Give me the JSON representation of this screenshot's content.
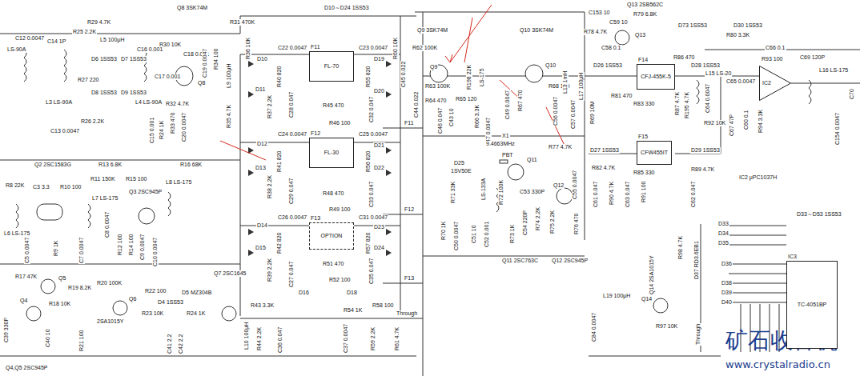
{
  "diagram": {
    "nodes": [
      {
        "text": [
          "F11",
          "FL-70"
        ]
      },
      {
        "text": [
          "F12",
          "FL-30"
        ]
      },
      {
        "text": [
          "F13",
          "OPTION"
        ]
      },
      {
        "text": [
          "F14",
          "CFJ-455K-5"
        ]
      },
      {
        "text": [
          "F15",
          "CFW455IT"
        ]
      },
      {
        "text": [
          "IC2"
        ]
      },
      {
        "text": [
          "IC3",
          "TC-4051BP"
        ]
      }
    ],
    "labels": [
      "C12 0.0047",
      "C14 1P",
      "R25 2.2K",
      "R29 4.7K",
      "L5 100μH",
      "Q8 3SK74M",
      "R31 470K",
      "D10～D24 1SS53",
      "LS-90A",
      "D6 1SS53",
      "D7 1SS53",
      "R27 220",
      "D8 1SS53",
      "D9 1SS53",
      "L3 LS-90A",
      "L4 LS-90A",
      "C13 0.0047",
      "R26 2.2K",
      "C15 0.001",
      "R24 1K",
      "R30 10K",
      "C18 0.001",
      "C17 0.001",
      "Q8",
      "R32 4.7K",
      "R33 470",
      "C20 0.0047",
      "C16 0.001",
      "C19 0.0047",
      "R34 100",
      "L9 100μH",
      "R35 4.7K",
      "R36 10K",
      "D10",
      "D11",
      "C22 0.0047",
      "C23 0.0047",
      "D19",
      "D20",
      "R60 10K",
      "R40 820",
      "R55 820",
      "R45 470",
      "C32 0.047",
      "R46 100",
      "C28 0.047",
      "R37 2.2K",
      "D12",
      "D13",
      "C24 0.0047",
      "C25 0.0047",
      "D21",
      "D22",
      "R41 820",
      "R56 820",
      "R48 470",
      "C33 0.047",
      "R49 100",
      "R38 2.2K",
      "C29 0.047",
      "D14",
      "D15",
      "C26 0.0047",
      "C31 0.0047",
      "D23",
      "D24",
      "R42 820",
      "R57 820",
      "R51 470",
      "C35 0.047",
      "R52 100",
      "R39 2.2K",
      "C27 0.047",
      "D16",
      "D18",
      "R43 3.3K",
      "R54 1K",
      "R58 100",
      "L10 100μH",
      "R44 2.2K",
      "C36 0.047",
      "C37 0.0047",
      "R59 2.2K",
      "R61 4.7K",
      "F11",
      "F12",
      "F13",
      "Through",
      "Q9 3SK74M",
      "R62 100K",
      "C45 0.022",
      "C44 0.022",
      "R63 100K",
      "R64 470",
      "C46 0.047",
      "C43 10",
      "R65 120",
      "R198 22K",
      "R66 3.3K",
      "C47 0.0047",
      "LS-175",
      "C49 0.0047",
      "R67 470",
      "R68 100",
      "L13 1mH",
      "C56 0.0047",
      "C57 0.0047",
      "L17 100μH",
      "Q10 3SK74M",
      "Q9",
      "Q10",
      "X1",
      "9.4663MHz",
      "PBT",
      "D25",
      "1SV50E",
      "R71 33K",
      "LS-133A",
      "R72 100K",
      "C52 0.001",
      "R70 1K",
      "C50 0.0047",
      "C51 10",
      "R73 1K",
      "C53 330P",
      "C54 220P",
      "R74 2.2K",
      "R75 2.2K",
      "R76 470",
      "R77 4.7K",
      "C55 0.0047",
      "Q11",
      "Q12",
      "Q11 2SC763C",
      "Q12 2SC945P",
      "Q13 2SB562C",
      "C153 10",
      "R79 6.8K",
      "D73 1SS53",
      "D30 1SS53",
      "R78 4.7K",
      "C59 10",
      "C58 0.1",
      "Q13",
      "R80 3.3K",
      "C66 0.1",
      "R93 100",
      "C69 120P",
      "L16 LS-175",
      "D26 1SS53",
      "R86 470",
      "D28 1SS53",
      "R81 470",
      "R83 330",
      "R87 4.7K",
      "R195 4.7K",
      "R69 10M",
      "L15 LS-20",
      "C64 0.0047",
      "C65 0.0047",
      "C67 47P",
      "R92 10K",
      "C60 0.1",
      "R94 3.3K",
      "C154 0.0047",
      "C70",
      "IC2 μPC1037H",
      "D27 1SS53",
      "D29 1SS53",
      "R82 4.7K",
      "R85 330",
      "R89 4.7K",
      "C61 0.047",
      "R90 4.7K",
      "C63 0.047",
      "R91 100",
      "C62 0.047",
      "D33～D53 1SS53",
      "D33",
      "D34",
      "D35",
      "D36",
      "D38",
      "D39",
      "D40",
      "R98 4.7K",
      "D37 RD3.6EB1",
      "Q14",
      "Q14 2SA1015Y",
      "L19 100μH",
      "C84 0.0047",
      "R97 10K",
      "Through",
      "R8 22K",
      "Q2 2SC1583G",
      "C3 3.3",
      "R10 100",
      "R13 6.8K",
      "R11 150K",
      "R15 100",
      "R16 68K",
      "L7 LS-175",
      "Q3 2SC945P",
      "L8 LS-175",
      "L6 LS-175",
      "C5 0.0047",
      "R9 1K",
      "C7 0.0047",
      "C8 0.0047",
      "R12 100",
      "R14 100",
      "C9 0.0047",
      "C10 0.0047",
      "R17 47K",
      "Q5",
      "R19 8.2K",
      "R20 100K",
      "R22 100",
      "Q7 2SC1645",
      "Q4",
      "C39 330P",
      "R18 10K",
      "Q6",
      "2SA1015Y",
      "D4 1SS53",
      "D5 MZ304B",
      "R23 10K",
      "R24 1K",
      "C41 2.2",
      "C42 2.2",
      "R21 100",
      "C40 10",
      "Q4,Q5 2SC945P",
      "矿石收音机",
      "www.crystalradio.cn"
    ]
  }
}
